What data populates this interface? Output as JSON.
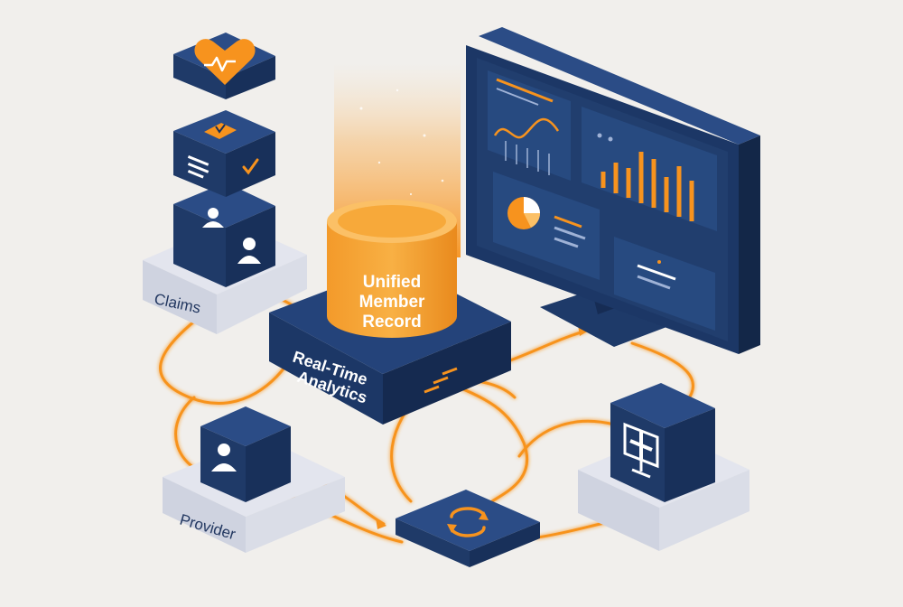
{
  "diagram": {
    "sources": {
      "claims_label": "Claims",
      "provider_label": "Provider"
    },
    "hub": {
      "label_line1": "Real-Time",
      "label_line2": "Analytics"
    },
    "record": {
      "line1": "Unified",
      "line2": "Member",
      "line3": "Record"
    },
    "icons": {
      "stack_top": "heart-pulse-icon",
      "stack_middle": "document-check-icon",
      "stack_bottom": "user-icon",
      "provider": "user-icon",
      "sync": "sync-arrows-icon",
      "clinic": "medical-monitor-icon",
      "dashboard_widgets": [
        "line-chart-icon",
        "bar-chart-icon",
        "pie-chart-icon",
        "list-icon"
      ]
    },
    "colors": {
      "navy": "#213e6e",
      "navy_dark": "#172c52",
      "orange": "#f7931e",
      "background": "#f1efec",
      "platform": "#dde0ea"
    }
  }
}
